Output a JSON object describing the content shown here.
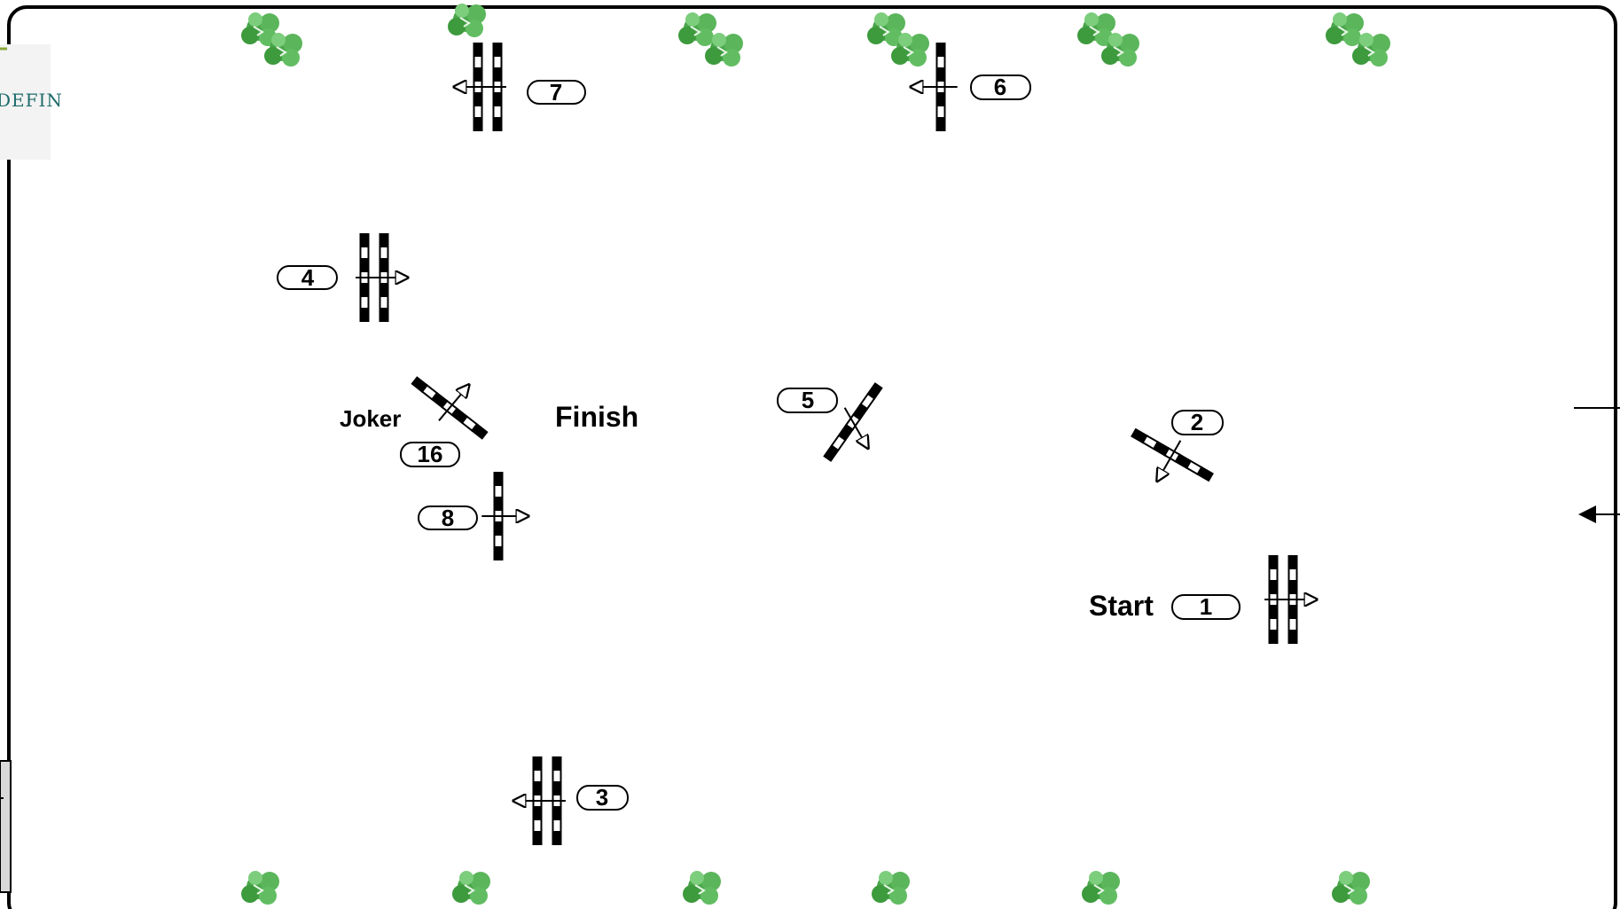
{
  "arena": {
    "logo_text": "DEFIN",
    "labels": {
      "start": "Start",
      "finish": "Finish",
      "joker": "Joker"
    },
    "obstacles": [
      {
        "id": "fence-1",
        "number": "1",
        "kind": "oxer",
        "direction": "right"
      },
      {
        "id": "fence-2",
        "number": "2",
        "kind": "vertical",
        "direction": "down-left"
      },
      {
        "id": "fence-3",
        "number": "3",
        "kind": "oxer",
        "direction": "left"
      },
      {
        "id": "fence-4",
        "number": "4",
        "kind": "oxer",
        "direction": "right"
      },
      {
        "id": "fence-5",
        "number": "5",
        "kind": "vertical",
        "direction": "down-right"
      },
      {
        "id": "fence-6",
        "number": "6",
        "kind": "vertical",
        "direction": "left"
      },
      {
        "id": "fence-7",
        "number": "7",
        "kind": "oxer",
        "direction": "left"
      },
      {
        "id": "fence-8",
        "number": "8",
        "kind": "vertical",
        "direction": "right"
      },
      {
        "id": "joker-fence",
        "number": "16",
        "kind": "vertical",
        "direction": "up-right"
      }
    ],
    "tree_icon": "bush-icon",
    "colors": {
      "border": "#000000",
      "tree_dark": "#2e8b2e",
      "tree_light": "#6cc26c",
      "logo": "#1f6b6b"
    }
  }
}
